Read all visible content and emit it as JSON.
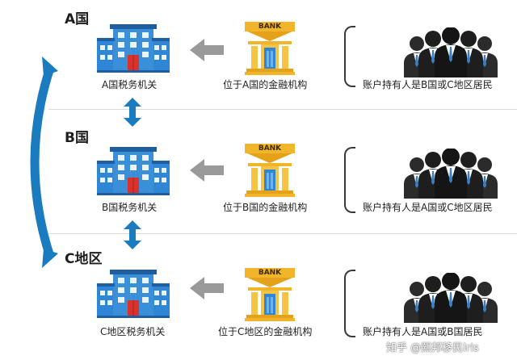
{
  "sections": [
    {
      "label": "A国",
      "tax_office": "A国税务机关",
      "institution": "位于A国的金融机构",
      "holder": "账户持有人是B国或C地区居民"
    },
    {
      "label": "B国",
      "tax_office": "B国税务机关",
      "institution": "位于B国的金融机构",
      "holder": "账户持有人是A国或C地区居民"
    },
    {
      "label": "C地区",
      "tax_office": "C地区税务机关",
      "institution": "位于C地区的金融机构",
      "holder": "账户持有人是A国或B国居民"
    }
  ],
  "bank_sign": "BANK",
  "watermark": "知乎 @熙邦移民Iris",
  "colors": {
    "accent_blue": "#1a7bbf",
    "bank_gold": "#f1b52b",
    "arrow_gray": "#9a9a9a",
    "building_blue": "#3b8fd9",
    "door_red": "#d9342b"
  }
}
